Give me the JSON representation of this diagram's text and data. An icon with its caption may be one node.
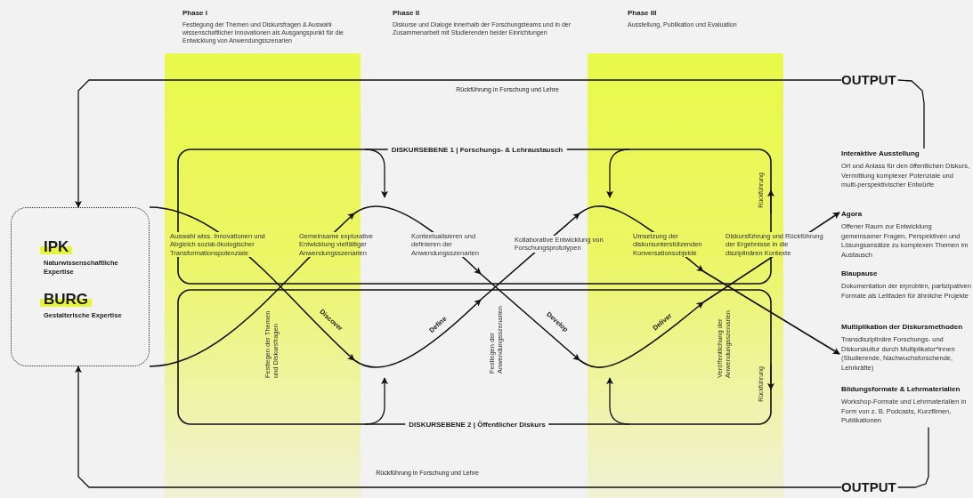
{
  "diagram": {
    "nodes": [
      {
        "text": [
          "IPK",
          "Naturwissenschaftliche Expertise",
          "BURG",
          "Gestalterische Expertise"
        ]
      },
      {
        "text": [
          "OUTPUT"
        ]
      },
      {
        "text": [
          "OUTPUT"
        ]
      },
      {
        "text": [
          "Interaktive Ausstellung",
          "Ort und Anlass für den öffentlichen Diskurs, Vermittlung komplexer Potenziale und multi-perspektivischer Entwürfe"
        ]
      },
      {
        "text": [
          "Agora",
          "Offener Raum zur Entwicklung gemeinsamer Fragen, Perspektiven und Lösungsansätze zu komplexen Themen im Austausch"
        ]
      },
      {
        "text": [
          "Blaupause",
          "Dokumentation der erprobten, partizipativen Formate als Leitfaden für ähnliche Projekte"
        ]
      },
      {
        "text": [
          "Multiplikation der Diskursmethoden",
          "Transdisziplinäre Forschungs- und Diskurskultur durch Multiplikator*innen (Studierende, Nachwuchsforschende, Lehrkräfte)"
        ]
      },
      {
        "text": [
          "Bildungsformate & Lehrmaterialien",
          "Workshop-Formate und Lehrmaterialien in Form von z. B. Podcasts, Kurzfilmen, Publikationen"
        ]
      }
    ],
    "edges": [
      {
        "from": 1,
        "to": 0,
        "arrow": "to",
        "label": "Rückführung in Forschung und Lehre"
      },
      {
        "from": 2,
        "to": 0,
        "arrow": "to",
        "label": "Rückführung in Forschung und Lehre"
      },
      {
        "from": 1,
        "to": 3,
        "arrow": "none"
      },
      {
        "from": 7,
        "to": 2,
        "arrow": "none"
      },
      {
        "from": 0,
        "to": 6,
        "arrow": "to"
      },
      {
        "from": 0,
        "to": 4,
        "arrow": "to"
      }
    ],
    "labels": [
      "Phase I",
      "Festlegung der Themen und Diskursfragen & Auswahl wissenschaftlicher Innovationen als Ausgangspunkt für die Entwicklung von Anwendungsszenarien",
      "Phase II",
      "Diskurse und Dialoge innerhalb der Forschungsteams und in der Zusammenarbeit mit Studierenden beider Einrichtungen",
      "Phase III",
      "Ausstellung, Publikation und Evaluation",
      "DISKURSEBENE 1 | Forschungs- & Lehraustausch",
      "Rückführung",
      "Auswahl wiss. Innovationen und Abgleich sozial-ökologischer Transformationspotenziale",
      "Gemeinsame explorative Entwicklung vielfältiger Anwendungsszenarien",
      "Kontextualisieren und definieren der Anwendungsszenarien",
      "Kollaborative Entwicklung von Forschungsprototypen",
      "Umsetzung der diskursunterstützenden Konversationsobjekte",
      "Diskursführung und Rückführung der Ergebnisse in die disziplinären Kontexte",
      "Discover",
      "Festlegen der Themen und Diskursfragen",
      "Define",
      "Festlegen der Anwendungsszenarien",
      "Develop",
      "Deliver",
      "Veröffentlichung der Anwendungsszenarien",
      "Rückführung",
      "DISKURSEBENE 2 | Öffentlicher Diskurs"
    ]
  }
}
